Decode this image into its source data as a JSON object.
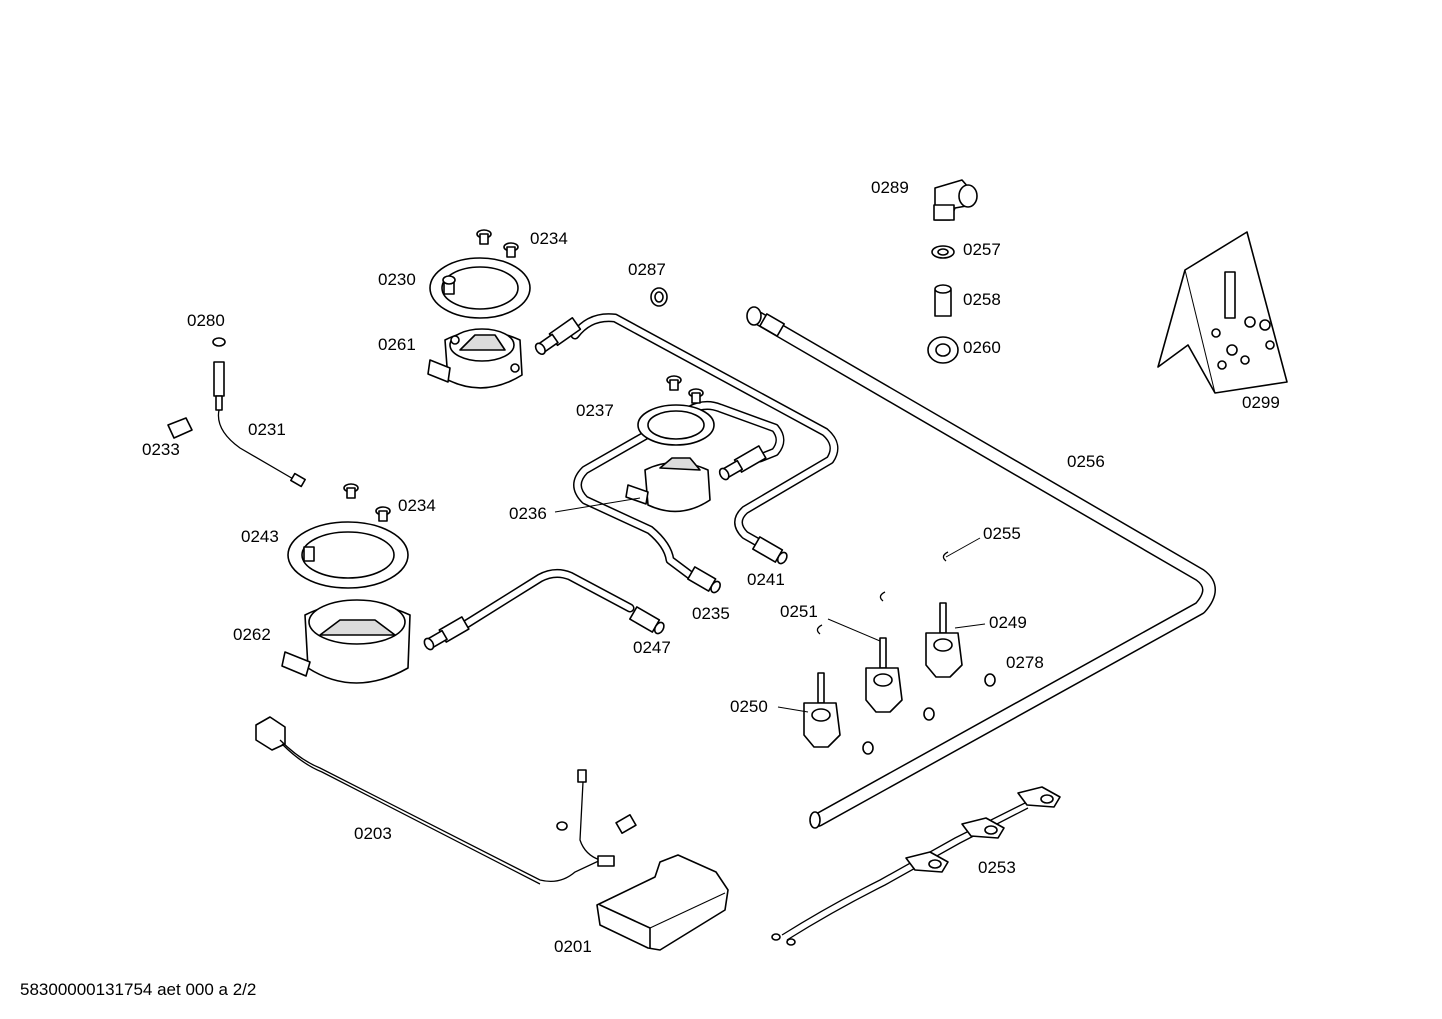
{
  "labels": {
    "p0289": "0289",
    "p0257": "0257",
    "p0258": "0258",
    "p0260": "0260",
    "p0299": "0299",
    "p0234a": "0234",
    "p0230": "0230",
    "p0287": "0287",
    "p0261": "0261",
    "p0280": "0280",
    "p0231": "0231",
    "p0233": "0233",
    "p0237": "0237",
    "p0256": "0256",
    "p0236": "0236",
    "p0234b": "0234",
    "p0243": "0243",
    "p0255": "0255",
    "p0241": "0241",
    "p0251": "0251",
    "p0249": "0249",
    "p0235": "0235",
    "p0262": "0262",
    "p0247": "0247",
    "p0278": "0278",
    "p0250": "0250",
    "p0203": "0203",
    "p0253": "0253",
    "p0201": "0201"
  },
  "footer": "58300000131754 aet 000 a 2/2"
}
